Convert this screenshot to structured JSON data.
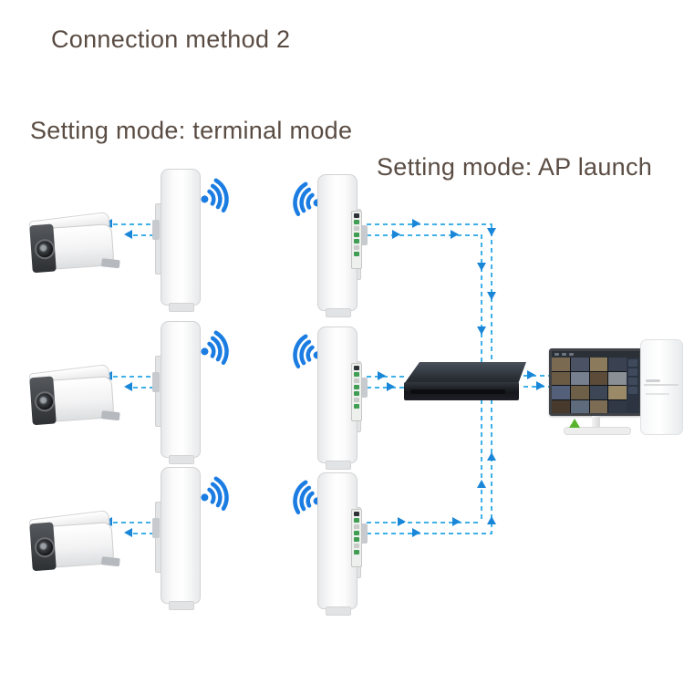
{
  "titles": {
    "main": "Connection method 2",
    "terminal_mode": "Setting mode: terminal mode",
    "ap_launch": "Setting mode: AP launch"
  },
  "colors": {
    "text": "#5a4c43",
    "line": "#3fb0e8",
    "arrow": "#1a86d8",
    "wifi": "#1b7de2"
  },
  "icons": {
    "terminal_bridge_icon": "wifi-signal-right-icon",
    "ap_bridge_icon": "wifi-signal-left-icon"
  },
  "devices": {
    "camera_count": 3,
    "terminal_bridge_count": 3,
    "ap_bridge_count": 3,
    "recorder": "nvr-black-box",
    "display": "surveillance-monitor",
    "computer": "white-pc-tower"
  },
  "monitor": {
    "grid": "4x4",
    "tile_colors": [
      "#7a6a52",
      "#4a5264",
      "#8c7a5c",
      "#3a4150",
      "#6b5b45",
      "#76808e",
      "#5c4b38",
      "#8a8f96",
      "#54607a",
      "#6e5f49",
      "#3d4654",
      "#9a8a68",
      "#473a2c",
      "#5d6b7d",
      "#7c6c54",
      "#2f3844"
    ]
  }
}
